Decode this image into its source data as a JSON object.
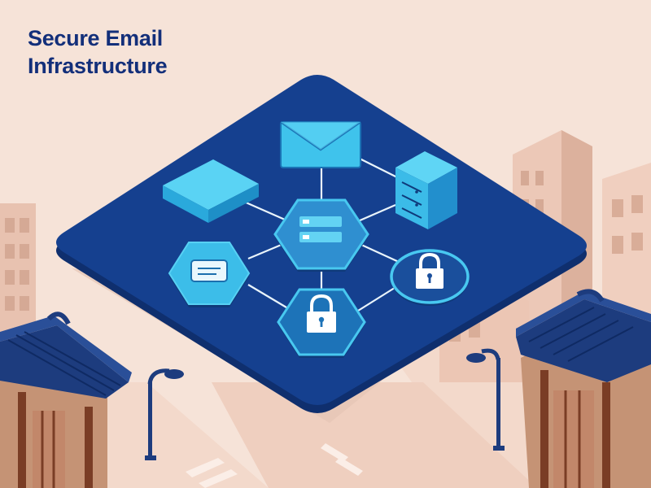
{
  "title": {
    "line1": "Secure Email",
    "line2": "Infrastructure"
  },
  "colors": {
    "background": "#f6e3d8",
    "title_text": "#132f7a",
    "platform": "#123a86",
    "accent_cyan": "#38bde8",
    "roof": "#1d3c7e"
  },
  "diagram": {
    "nodes": [
      {
        "id": "envelope",
        "icon": "envelope-icon"
      },
      {
        "id": "top-left-tile",
        "icon": "tile-icon"
      },
      {
        "id": "server-box",
        "icon": "server-cube-icon"
      },
      {
        "id": "center-server-hex",
        "icon": "server-icon"
      },
      {
        "id": "left-message-hex",
        "icon": "message-icon"
      },
      {
        "id": "bottom-lock-hex",
        "icon": "lock-icon"
      },
      {
        "id": "right-lock-circle",
        "icon": "lock-icon"
      }
    ],
    "links": [
      [
        "envelope",
        "center-server-hex"
      ],
      [
        "envelope",
        "server-box"
      ],
      [
        "top-left-tile",
        "center-server-hex"
      ],
      [
        "server-box",
        "center-server-hex"
      ],
      [
        "center-server-hex",
        "left-message-hex"
      ],
      [
        "center-server-hex",
        "right-lock-circle"
      ],
      [
        "left-message-hex",
        "bottom-lock-hex"
      ],
      [
        "bottom-lock-hex",
        "right-lock-circle"
      ],
      [
        "center-server-hex",
        "bottom-lock-hex"
      ]
    ]
  }
}
